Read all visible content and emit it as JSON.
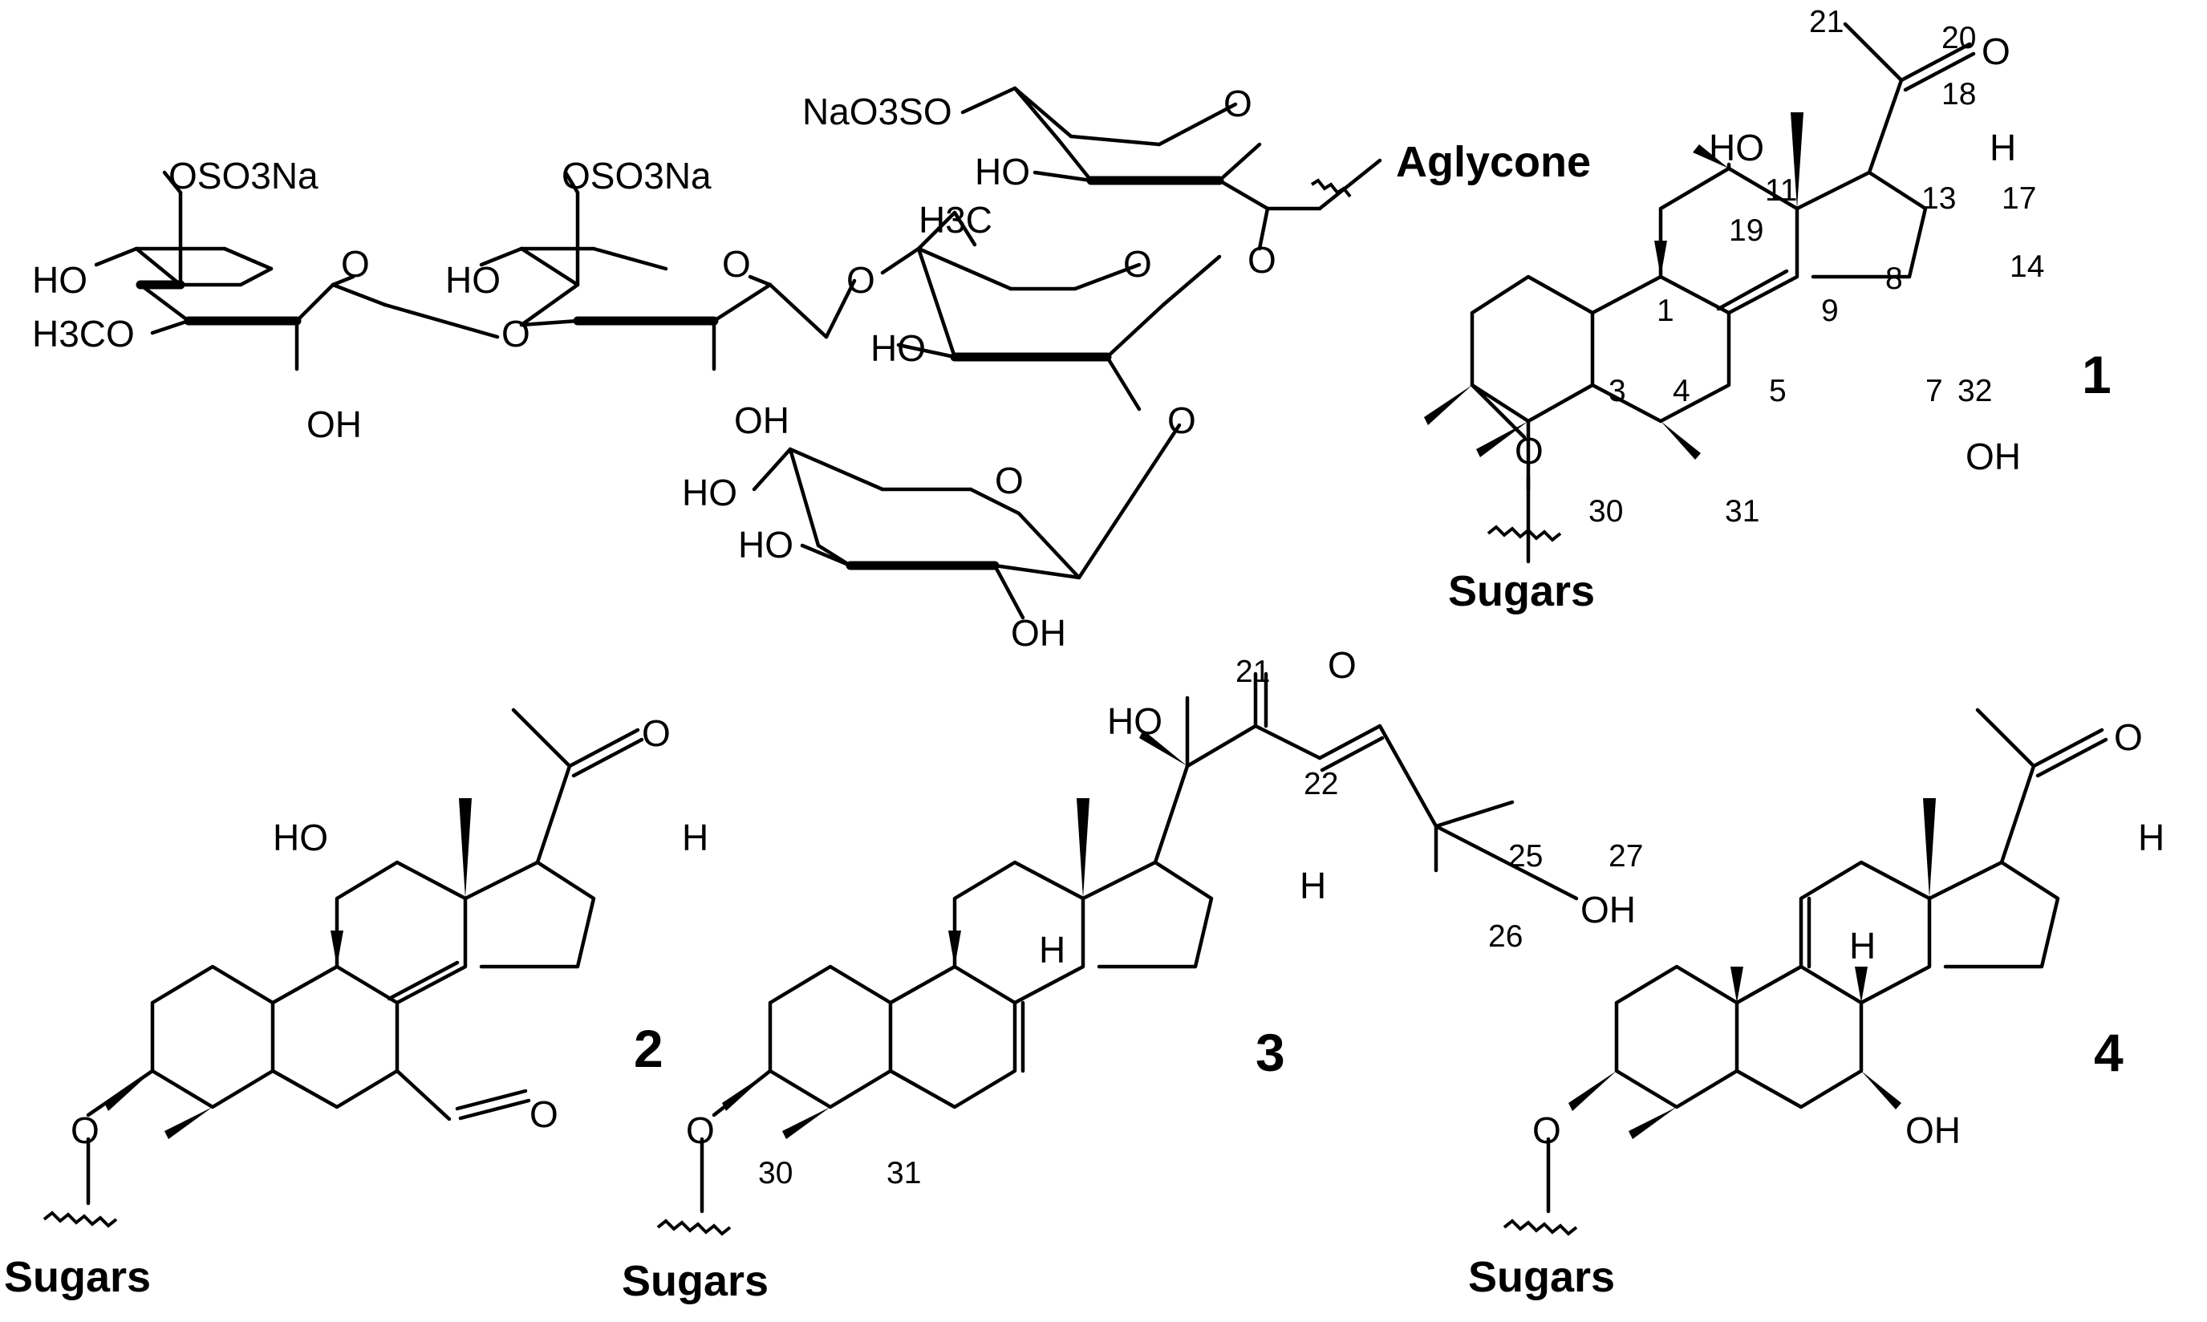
{
  "figure": {
    "sugar_chain": {
      "ring1_substituents": {
        "sulfate": "OSO3Na",
        "hydroxyl_top": "HO",
        "methoxy": "H3CO",
        "hydroxyl_bottom": "OH"
      },
      "ring2_substituents": {
        "sulfate": "OSO3Na",
        "hydroxyl_top": "HO",
        "hydroxyl_bottom": "OH"
      },
      "ring3_substituents": {
        "methyl": "H3C",
        "hydroxyl": "HO"
      },
      "ring4_substituents": {
        "sulfate": "NaO3SO",
        "hydroxyl": "HO"
      },
      "ring5_substituents": {
        "hydroxyl_a": "HO",
        "hydroxyl_b": "HO",
        "hydroxyl_c": "OH"
      },
      "ring_oxygen": "O",
      "aglycone_label": "Aglycone"
    },
    "compounds": [
      {
        "id": "1",
        "sugars_label": "Sugars",
        "labels": {
          "c21": "21",
          "c20": "20",
          "c18": "18",
          "c13": "13",
          "c17": "17",
          "c11": "11",
          "c19": "19",
          "c9": "9",
          "c8": "8",
          "c14": "14",
          "c1": "1",
          "c3": "3",
          "c4": "4",
          "c5": "5",
          "c7": "7",
          "c32": "32",
          "c30": "30",
          "c31": "31"
        },
        "atoms": {
          "ketone_o": "O",
          "ho_11": "HO",
          "h_17": "H",
          "oh_7": "OH",
          "o_3": "O"
        }
      },
      {
        "id": "2",
        "sugars_label": "Sugars",
        "atoms": {
          "ketone_o": "O",
          "ho_11": "HO",
          "h_17": "H",
          "ketone_7": "O",
          "o_3": "O"
        }
      },
      {
        "id": "3",
        "sugars_label": "Sugars",
        "labels": {
          "c21": "21",
          "c22": "22",
          "c25": "25",
          "c26": "26",
          "c27": "27",
          "c30": "30",
          "c31": "31"
        },
        "atoms": {
          "ho_20": "HO",
          "ketone_o": "O",
          "h_9": "H",
          "h_17": "H",
          "oh_25": "OH",
          "o_3": "O"
        }
      },
      {
        "id": "4",
        "sugars_label": "Sugars",
        "atoms": {
          "ketone_o": "O",
          "h_17": "H",
          "h_8": "H",
          "oh_7": "OH",
          "o_3": "O"
        }
      }
    ]
  }
}
